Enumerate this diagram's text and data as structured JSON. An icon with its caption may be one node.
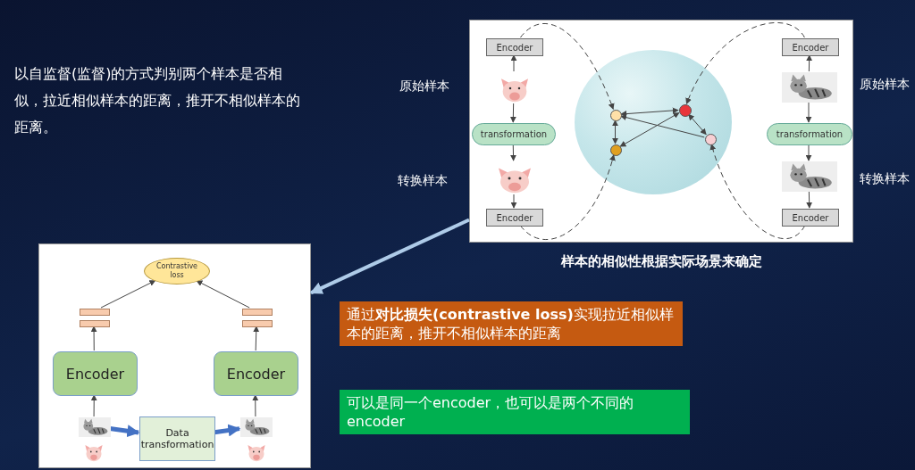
{
  "diagram": {
    "nodes": [
      {
        "text": [],
        "shape": "box",
        "beside": [
          "样本的相似性根据实际场景来确定"
        ]
      },
      {
        "text": [
          "Encoder"
        ],
        "in": 0
      },
      {
        "text": [],
        "shape": "picture",
        "in": 0
      },
      {
        "text": [
          "transformation"
        ],
        "in": 0
      },
      {
        "text": [],
        "shape": "picture",
        "in": 0
      },
      {
        "text": [
          "Encoder"
        ],
        "in": 0
      },
      {
        "text": [
          "Encoder"
        ],
        "in": 0
      },
      {
        "text": [],
        "shape": "picture",
        "in": 0,
        "beside": [
          "原始样本"
        ]
      },
      {
        "text": [
          "transformation"
        ],
        "in": 0
      },
      {
        "text": [],
        "shape": "picture",
        "in": 0,
        "beside": [
          "转换样本"
        ]
      },
      {
        "text": [
          "Encoder"
        ],
        "in": 0
      },
      {
        "text": [],
        "shape": "circle",
        "in": 0
      },
      {
        "text": [],
        "shape": "circle",
        "in": 11
      },
      {
        "text": [],
        "shape": "circle",
        "in": 11
      },
      {
        "text": [],
        "shape": "circle",
        "in": 11
      },
      {
        "text": [],
        "shape": "circle",
        "in": 11
      },
      {
        "text": [],
        "shape": "box"
      },
      {
        "text": [
          "Contrastive loss"
        ],
        "in": 16
      },
      {
        "text": [],
        "shape": "bar",
        "in": 16
      },
      {
        "text": [],
        "shape": "bar",
        "in": 16
      },
      {
        "text": [],
        "shape": "bar",
        "in": 16
      },
      {
        "text": [],
        "shape": "bar",
        "in": 16
      },
      {
        "text": [
          "Encoder"
        ],
        "in": 16
      },
      {
        "text": [
          "Encoder"
        ],
        "in": 16
      },
      {
        "text": [],
        "shape": "picture",
        "in": 16
      },
      {
        "text": [],
        "shape": "picture",
        "in": 16
      },
      {
        "text": [
          "Data transformation"
        ],
        "in": 16
      },
      {
        "text": [],
        "shape": "picture",
        "in": 16
      },
      {
        "text": [],
        "shape": "picture",
        "in": 16
      },
      {
        "text": [
          "通过**对比损失(contrastive loss)**实现拉近相似样本的距离，推开不相似样本的距离"
        ]
      },
      {
        "text": [
          "可以是同一个encoder，也可以是两个不同的encoder"
        ]
      }
    ],
    "edges": [
      {
        "from": 2,
        "to": 1,
        "arrow": "to"
      },
      {
        "from": 2,
        "to": 3,
        "arrow": "to"
      },
      {
        "from": 3,
        "to": 4,
        "arrow": "to"
      },
      {
        "from": 4,
        "to": 5,
        "arrow": "to"
      },
      {
        "from": 7,
        "to": 6,
        "arrow": "to"
      },
      {
        "from": 7,
        "to": 8,
        "arrow": "to"
      },
      {
        "from": 8,
        "to": 9,
        "arrow": "to"
      },
      {
        "from": 9,
        "to": 10,
        "arrow": "to"
      },
      {
        "from": 1,
        "to": 12,
        "arrow": "to",
        "style": "dashed"
      },
      {
        "from": 5,
        "to": 14,
        "arrow": "to",
        "style": "dashed"
      },
      {
        "from": 6,
        "to": 13,
        "arrow": "to",
        "style": "dashed"
      },
      {
        "from": 10,
        "to": 15,
        "arrow": "to",
        "style": "dashed"
      },
      {
        "from": 12,
        "to": 13,
        "arrow": "both"
      },
      {
        "from": 12,
        "to": 14,
        "arrow": "both"
      },
      {
        "from": 13,
        "to": 14,
        "arrow": "both"
      },
      {
        "from": 13,
        "to": 15,
        "arrow": "both"
      },
      {
        "from": 15,
        "to": 12,
        "arrow": "to"
      },
      {
        "from": 0,
        "to": 16,
        "arrow": "to",
        "style": "thick",
        "color": "#aecbe8"
      },
      {
        "from": 24,
        "to": 22,
        "arrow": "to"
      },
      {
        "from": 22,
        "to": 19,
        "arrow": "to"
      },
      {
        "from": 18,
        "to": 17,
        "arrow": "to"
      },
      {
        "from": 27,
        "to": 23,
        "arrow": "to"
      },
      {
        "from": 23,
        "to": 21,
        "arrow": "to"
      },
      {
        "from": 20,
        "to": 17,
        "arrow": "to"
      },
      {
        "from": 24,
        "to": 26,
        "arrow": "to",
        "style": "thick",
        "color": "#4472c4"
      },
      {
        "from": 26,
        "to": 27,
        "arrow": "to",
        "style": "thick",
        "color": "#4472c4"
      }
    ],
    "labels": [
      "以自监督(监督)的方式判别两个样本是否相似，拉近相似样本的距离，推开不相似样本的距离。",
      "原始样本",
      "转换样本"
    ]
  }
}
